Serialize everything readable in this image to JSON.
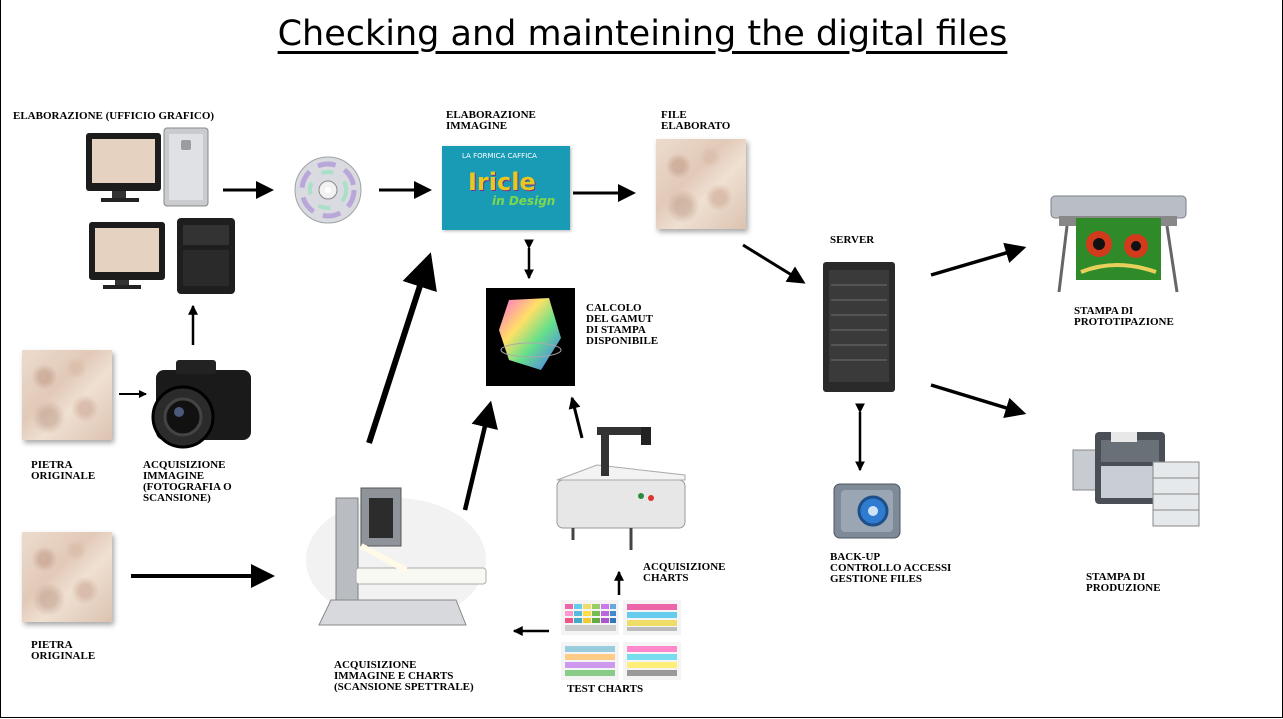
{
  "title": "Checking and mainteining the digital files",
  "labels": {
    "elaborazione_ufficio": "ELABORAZIONE (UFFICIO GRAFICO)",
    "elaborazione_immagine": "ELABORAZIONE\nIMMAGINE",
    "file_elaborato": "FILE\nELABORATO",
    "server": "SERVER",
    "calcolo_gamut": "CALCOLO\nDEL GAMUT\nDI STAMPA\nDISPONIBILE",
    "pietra_originale_1": "PIETRA\nORIGINALE",
    "acquisizione_immagine": "ACQUISIZIONE\nIMMAGINE\n(FOTOGRAFIA O\nSCANSIONE)",
    "pietra_originale_2": "PIETRA\nORIGINALE",
    "acquisizione_charts": "ACQUISIZIONE\nCHARTS",
    "acquisizione_immagine_charts": "ACQUISIZIONE\nIMMAGINE E CHARTS\n(SCANSIONE SPETTRALE)",
    "test_charts": "TEST CHARTS",
    "backup": "BACK-UP\nCONTROLLO ACCESSI\nGESTIONE FILES",
    "stampa_prototipazione": "STAMPA DI\nPROTOTIPAZIONE",
    "stampa_produzione": "STAMPA DI\nPRODUZIONE"
  },
  "software_box": {
    "brand": "LA FORMICA CAFFICA",
    "logo_line1": "Iricle",
    "logo_line2": "in Design",
    "bg_color": "#1a9bb5"
  },
  "icons": [
    "monitor-icon",
    "computer-tower-icon",
    "cd-disc-icon",
    "software-logo-icon",
    "stone-texture-icon",
    "server-icon",
    "gamut-plot-icon",
    "camera-icon",
    "spectral-scanner-icon",
    "measuring-device-icon",
    "test-chart-icon",
    "backup-safe-icon",
    "large-format-printer-icon",
    "production-press-icon"
  ]
}
